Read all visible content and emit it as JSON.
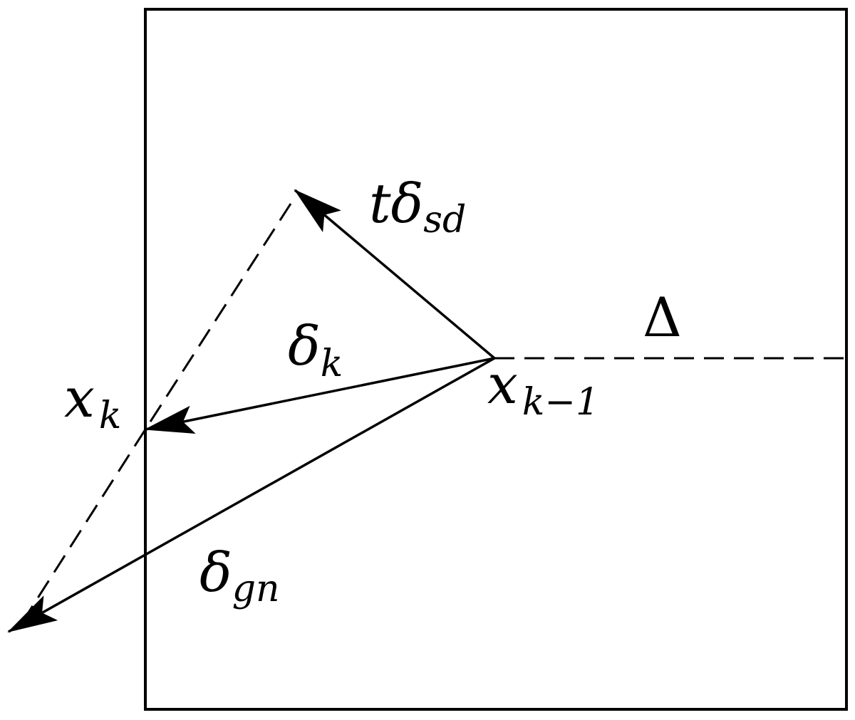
{
  "colors": {
    "stroke": "#000000",
    "background": "#ffffff"
  },
  "labels": {
    "t_delta_sd": {
      "base": "tδ",
      "sub": "sd"
    },
    "delta_k": {
      "base": "δ",
      "sub": "k"
    },
    "x_k": {
      "base": "x",
      "sub": "k"
    },
    "x_k_minus_1": {
      "base": "x",
      "sub": "k−1"
    },
    "delta_gn": {
      "base": "δ",
      "sub": "gn"
    },
    "trust_radius": "Δ"
  }
}
